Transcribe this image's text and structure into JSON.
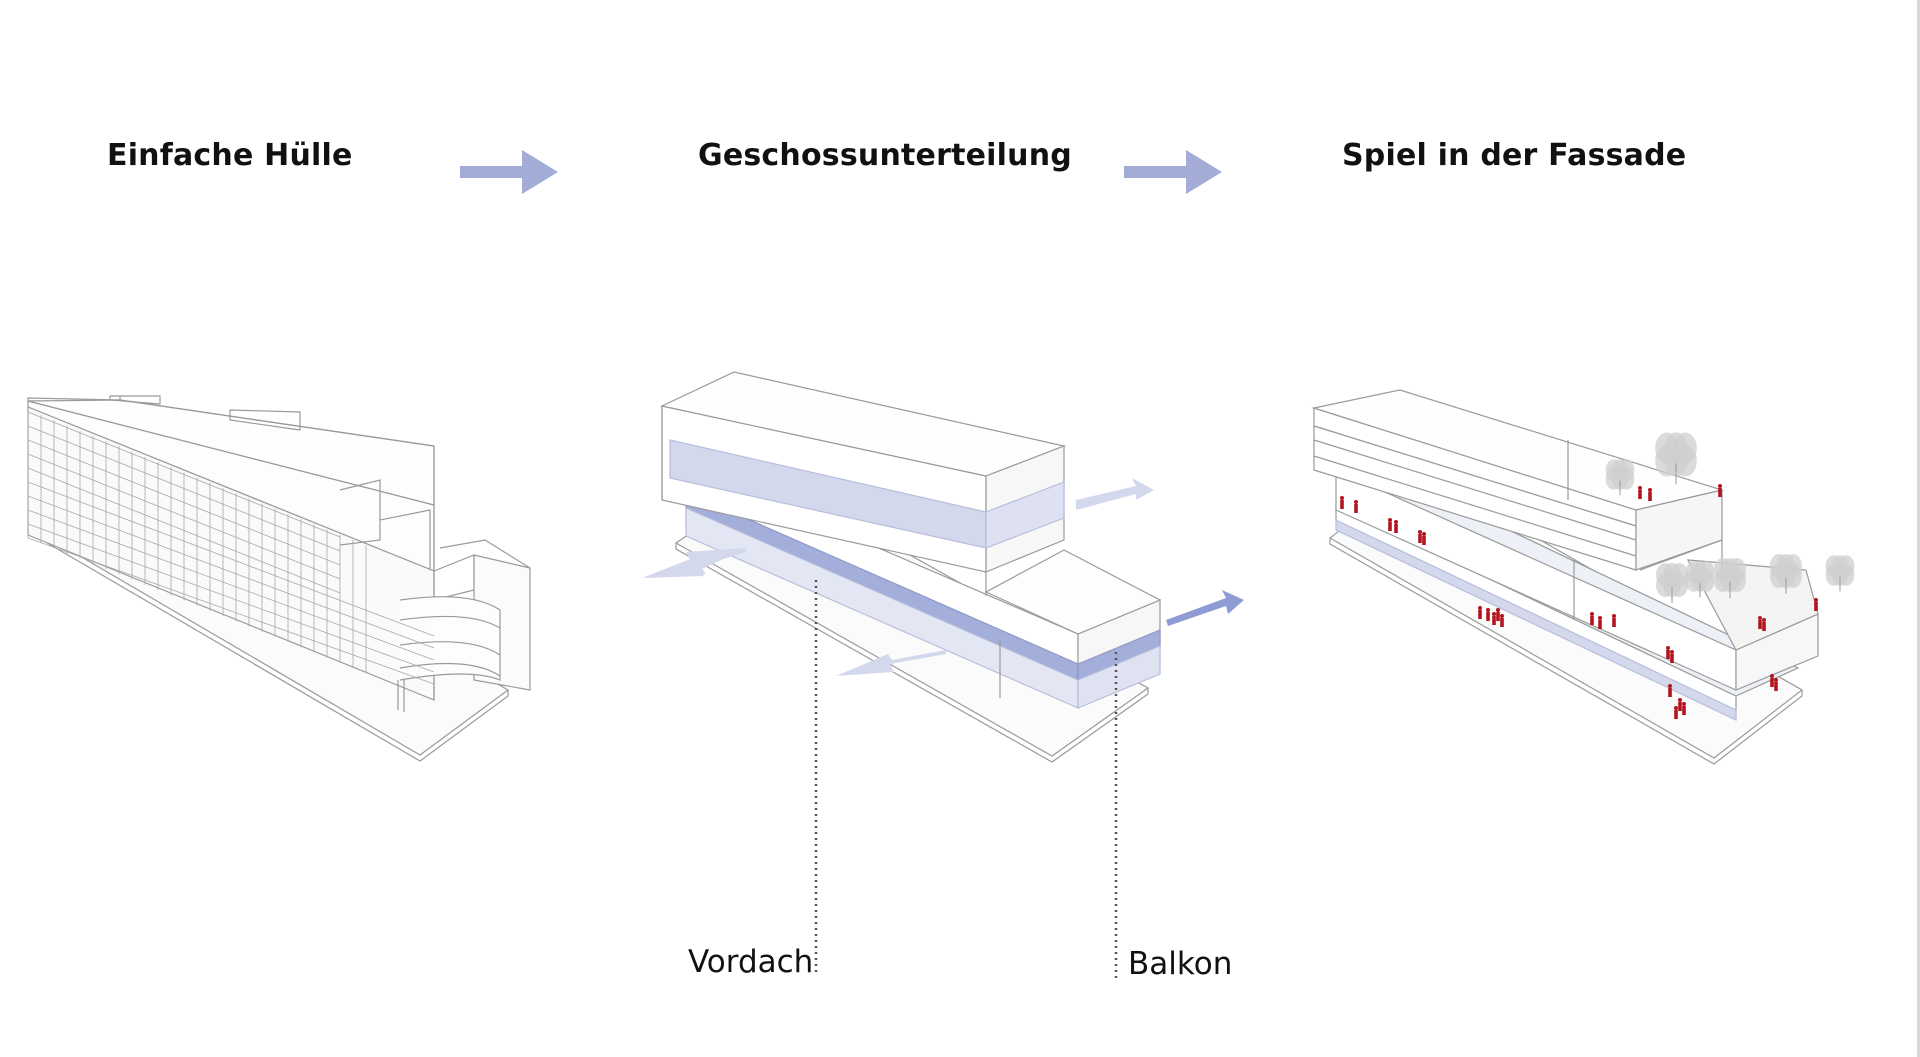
{
  "steps": [
    {
      "title": "Einfache Hülle"
    },
    {
      "title": "Geschossunterteilung"
    },
    {
      "title": "Spiel in der Fassade"
    }
  ],
  "annotations": {
    "vordach": "Vordach",
    "balkon": "Balkon"
  },
  "colors": {
    "arrow": "#a2acd6",
    "band_light": "#d3d8ec",
    "band_dark": "#a4aedb",
    "people": "#b3141f",
    "line": "#9a9a9a"
  }
}
